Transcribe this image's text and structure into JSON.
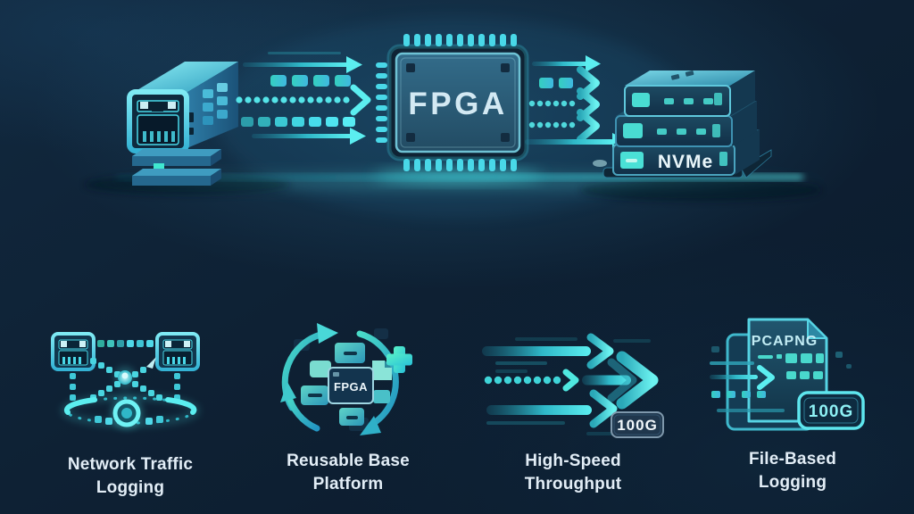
{
  "scene": {
    "fpga_label": "FPGA",
    "nvme_label": "NVMe"
  },
  "features": [
    {
      "label_line1": "Network Traffic",
      "label_line2": "Logging"
    },
    {
      "label_line1": "Reusable Base",
      "label_line2": "Platform",
      "chip_label": "FPGA"
    },
    {
      "label_line1": "High-Speed",
      "label_line2": "Throughput",
      "badge": "100G"
    },
    {
      "label_line1": "File-Based",
      "label_line2": "Logging",
      "file_label": "PCAPNG",
      "badge": "100G"
    }
  ],
  "colors": {
    "background": "#0d1f33",
    "accent_cyan": "#5beef0",
    "accent_teal": "#2fb8c8",
    "text_light": "#e2edf6"
  }
}
